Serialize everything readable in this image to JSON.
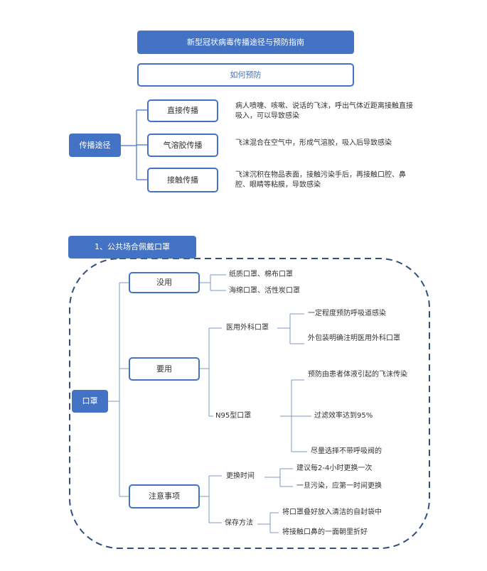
{
  "header": {
    "title": "新型冠状病毒传播途径与预防指南",
    "subtitle": "如何预防"
  },
  "transmission": {
    "root": "传播途径",
    "routes": [
      {
        "label": "直接传播",
        "desc": "病人喷嚏、咳嗽、说话的飞沫，呼出气体近距离接触直接吸入，可以导致感染"
      },
      {
        "label": "气溶胶传播",
        "desc": "飞沫混合在空气中，形成气溶胶，吸入后导致感染"
      },
      {
        "label": "接触传播",
        "desc": "飞沫沉积在物品表面，接触污染手后，再接触口腔、鼻腔、眼睛等粘膜，导致感染"
      }
    ]
  },
  "section": {
    "title": "1、公共场合佩戴口罩"
  },
  "mask": {
    "root": "口罩",
    "useless": {
      "label": "没用",
      "items": [
        "纸质口罩、棉布口罩",
        "海绵口罩、活性炭口罩"
      ]
    },
    "useful": {
      "label": "要用",
      "surgical": {
        "label": "医用外科口罩",
        "items": [
          "一定程度预防呼吸道感染",
          "外包装明确注明医用外科口罩"
        ]
      },
      "n95": {
        "label": "N95型口罩",
        "items": [
          "预防由患者体液引起的飞沫传染",
          "过滤效率达到95%",
          "尽量选择不带呼吸阀的"
        ]
      }
    },
    "notes": {
      "label": "注意事项",
      "replace": {
        "label": "更换时间",
        "items": [
          "建议每2-4小时更换一次",
          "一旦污染，应第一时间更换"
        ]
      },
      "storage": {
        "label": "保存方法",
        "items": [
          "将口罩叠好放入清洁的自封袋中",
          "将接触口鼻的一面朝里折好"
        ]
      }
    }
  }
}
